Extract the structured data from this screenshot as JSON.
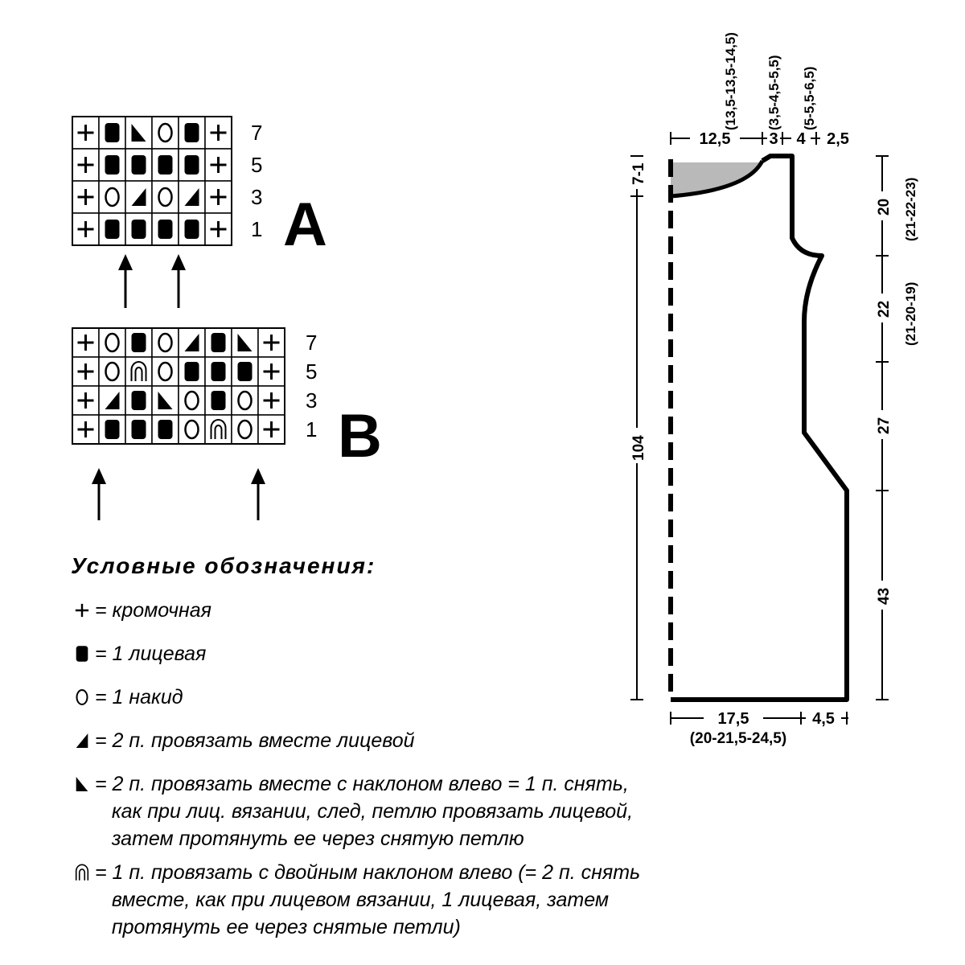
{
  "charts": {
    "A": {
      "label": "A",
      "row_numbers": [
        "7",
        "5",
        "3",
        "1"
      ],
      "rows": [
        [
          "edge",
          "knit",
          "ssk",
          "yo",
          "knit",
          "edge"
        ],
        [
          "edge",
          "knit",
          "knit",
          "knit",
          "knit",
          "edge"
        ],
        [
          "edge",
          "yo",
          "k2tog",
          "yo",
          "k2tog",
          "edge"
        ],
        [
          "edge",
          "knit",
          "knit",
          "knit",
          "knit",
          "edge"
        ]
      ]
    },
    "B": {
      "label": "B",
      "row_numbers": [
        "7",
        "5",
        "3",
        "1"
      ],
      "rows": [
        [
          "edge",
          "yo",
          "knit",
          "yo",
          "k2tog",
          "knit",
          "ssk",
          "edge"
        ],
        [
          "edge",
          "yo",
          "double-dec",
          "yo",
          "knit",
          "knit",
          "knit",
          "edge"
        ],
        [
          "edge",
          "k2tog",
          "knit",
          "ssk",
          "yo",
          "knit",
          "yo",
          "edge"
        ],
        [
          "edge",
          "knit",
          "knit",
          "knit",
          "yo",
          "double-dec",
          "yo",
          "edge"
        ]
      ]
    }
  },
  "legend": {
    "title": "Условные обозначения:",
    "items": [
      {
        "symbol": "edge",
        "lines": [
          "= кромочная"
        ]
      },
      {
        "symbol": "knit",
        "lines": [
          "= 1 лицевая"
        ]
      },
      {
        "symbol": "yo",
        "lines": [
          "= 1 накид"
        ]
      },
      {
        "symbol": "k2tog",
        "lines": [
          "= 2 п. провязать вместе лицевой"
        ]
      },
      {
        "symbol": "ssk",
        "lines": [
          "= 2 п. провязать вместе с наклоном влево = 1 п. снять,",
          "   как при лиц. вязании, след, петлю провязать лицевой,",
          "   затем протянуть ее через снятую петлю"
        ]
      },
      {
        "symbol": "double-dec",
        "lines": [
          "= 1 п. провязать с двойным наклоном влево (= 2 п. снять",
          "   вместе, как при лицевом вязании, 1 лицевая, затем",
          "   протянуть ее через снятые петли)"
        ]
      }
    ]
  },
  "schematic": {
    "top_widths": {
      "first": "12,5",
      "first_alt": "(13,5-13,5-14,5)",
      "second": "3",
      "second_alt": "(3,5-4,5-5,5)",
      "third": "4",
      "third_alt": "(5-5,5-6,5)",
      "fourth": "2,5"
    },
    "neck_depth": "7-1",
    "total_length": "104",
    "right_heights": [
      {
        "value": "20",
        "alt": "(21-22-23)"
      },
      {
        "value": "22",
        "alt": "(21-20-19)"
      },
      {
        "value": "27",
        "alt": ""
      },
      {
        "value": "43",
        "alt": ""
      }
    ],
    "bottom_widths": {
      "first": "17,5",
      "first_alt": "(20-21,5-24,5)",
      "second": "4,5"
    },
    "colors": {
      "outline": "#000000",
      "neck_fill": "#b9b9b9"
    }
  }
}
